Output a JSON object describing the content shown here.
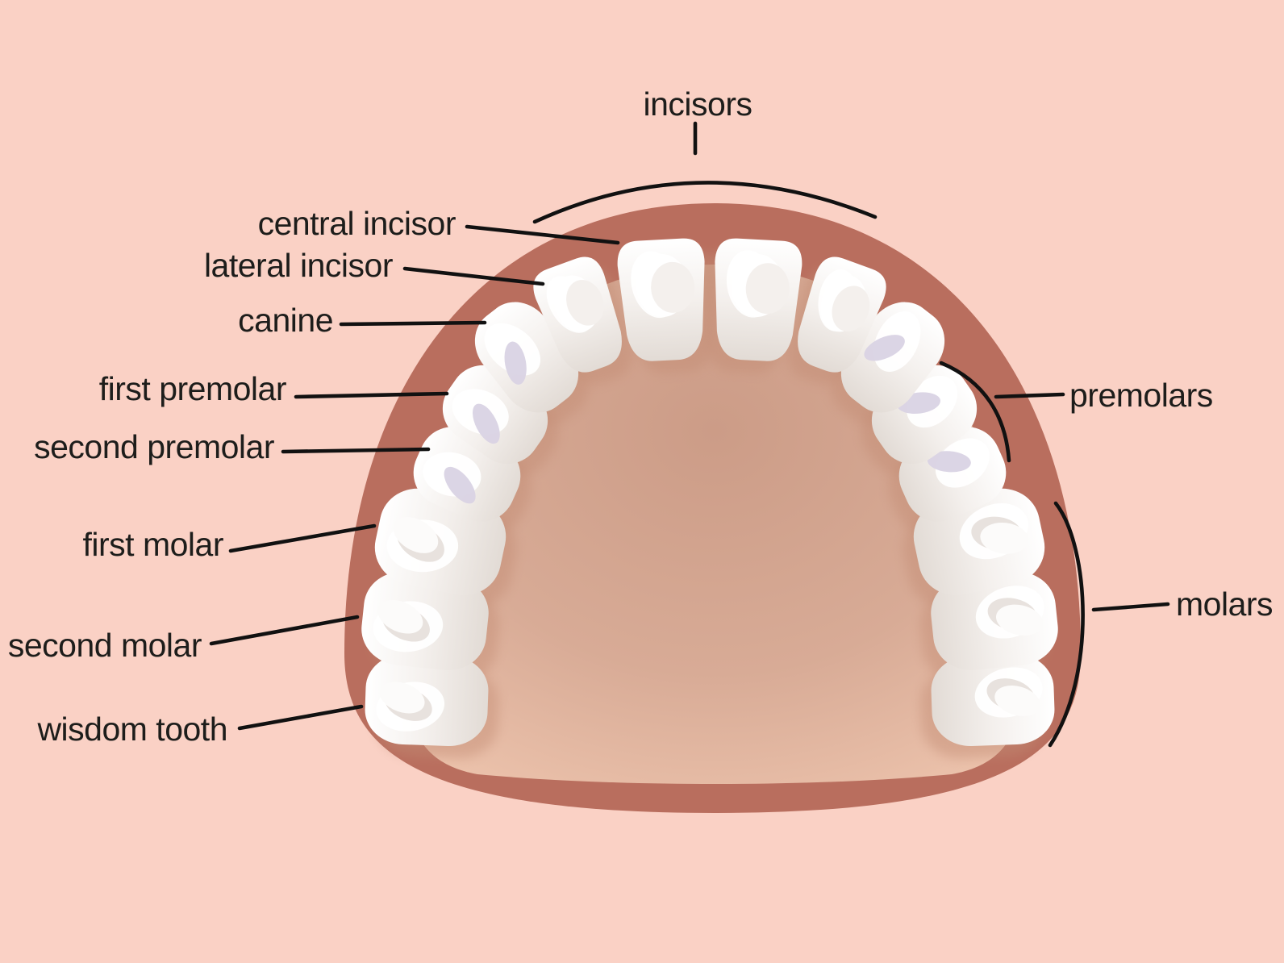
{
  "diagram": {
    "labels": {
      "incisors": "incisors",
      "central_incisor": "central incisor",
      "lateral_incisor": "lateral incisor",
      "canine": "canine",
      "first_premolar": "first premolar",
      "second_premolar": "second premolar",
      "first_molar": "first molar",
      "second_molar": "second molar",
      "wisdom_tooth": "wisdom tooth",
      "premolars": "premolars",
      "molars": "molars"
    },
    "teeth": [
      {
        "id": "wisdom-tooth-left"
      },
      {
        "id": "wisdom-tooth-right"
      },
      {
        "id": "second-molar-left"
      },
      {
        "id": "second-molar-right"
      },
      {
        "id": "first-molar-left"
      },
      {
        "id": "first-molar-right"
      },
      {
        "id": "second-premolar-left"
      },
      {
        "id": "second-premolar-right"
      },
      {
        "id": "first-premolar-left"
      },
      {
        "id": "first-premolar-right"
      },
      {
        "id": "canine-left"
      },
      {
        "id": "canine-right"
      },
      {
        "id": "lateral-incisor-left"
      },
      {
        "id": "lateral-incisor-right"
      },
      {
        "id": "central-incisor-left"
      },
      {
        "id": "central-incisor-right"
      }
    ],
    "colors": {
      "background": "#fad1c5",
      "gum": "#b96e5e",
      "palate_center": "#cc9c87",
      "palate_mid": "#d8ab96",
      "palate_edge": "#f0c7b0",
      "tooth_bright": "#ffffff",
      "tooth_body": "#f4f0ed",
      "tooth_shade": "#e2dbd5",
      "tooth_shadow": "#c28b73",
      "occlusal_mark": "#d9d3e4",
      "molar_mark_light": "#fcfbfa",
      "molar_mark_dark": "#d8cfc8",
      "leader_line": "#111111",
      "label_text": "#1d1d1b"
    }
  }
}
